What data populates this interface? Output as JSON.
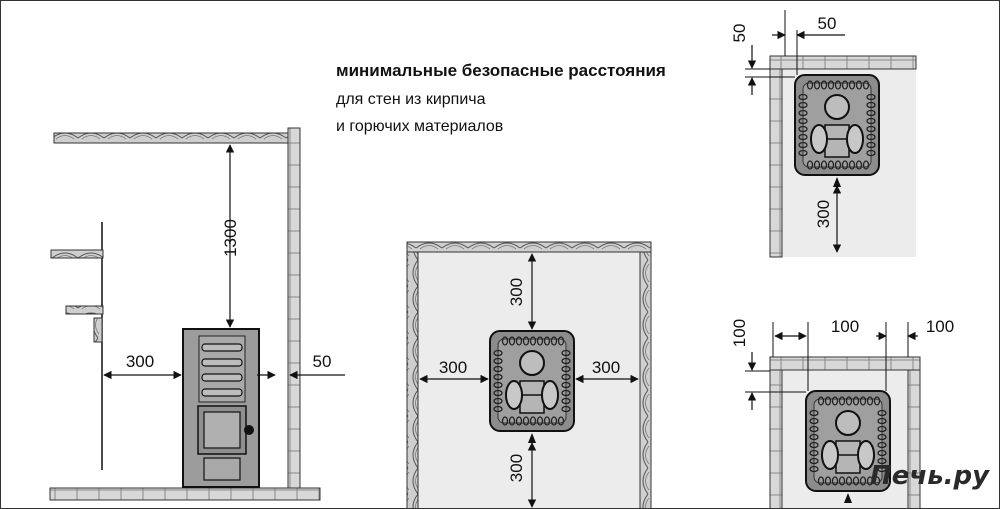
{
  "heading": {
    "title": "минимальные безопасные расстояния",
    "line1": "для стен из кирпича",
    "line2": "и горючих материалов"
  },
  "side_view": {
    "ceiling_height": "1300",
    "left_gap": "300",
    "right_gap": "50"
  },
  "center_plan": {
    "top": "300",
    "left": "300",
    "right": "300",
    "bottom": "300"
  },
  "corner_plan_a": {
    "vertical_gap": "50",
    "horizontal_gap": "50",
    "front": "300"
  },
  "corner_plan_b": {
    "vertical_gap": "100",
    "gap_left": "100",
    "gap_right": "100"
  },
  "watermark": "Печь.ру",
  "colors": {
    "stove": "#9a9a9a",
    "floor_plan": "#ececec",
    "brick": "#d0d0d0",
    "line": "#111111"
  }
}
